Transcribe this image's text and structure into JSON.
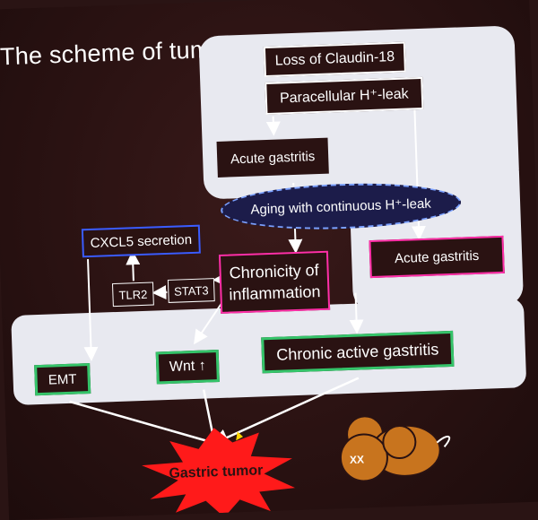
{
  "title": "The scheme of tumorigenesis",
  "nodes": {
    "loss_claudin": "Loss of Claudin-18",
    "paracellular": "Paracellular H⁺-leak",
    "acute_gastritis_top": "Acute gastritis",
    "aging": "Aging with continuous H⁺-leak",
    "cxcl5": "CXCL5 secretion",
    "tlr2": "TLR2",
    "stat3": "STAT3",
    "chronicity_line1": "Chronicity of",
    "chronicity_line2": "inflammation",
    "acute_gastritis_right": "Acute gastritis",
    "emt": "EMT",
    "wnt": "Wnt ↑",
    "chronic_active": "Chronic active gastritis",
    "tumor": "Gastric tumor"
  },
  "colors": {
    "panel": "#e8e9f0",
    "background": "#2a1212",
    "blue_border": "#3a5cff",
    "pink_border": "#ff2fa8",
    "green_border": "#35c46a",
    "tumor_red": "#ff1a1a",
    "mouse": "#c8741e"
  },
  "icons": {
    "mouse": "mouse-icon"
  }
}
